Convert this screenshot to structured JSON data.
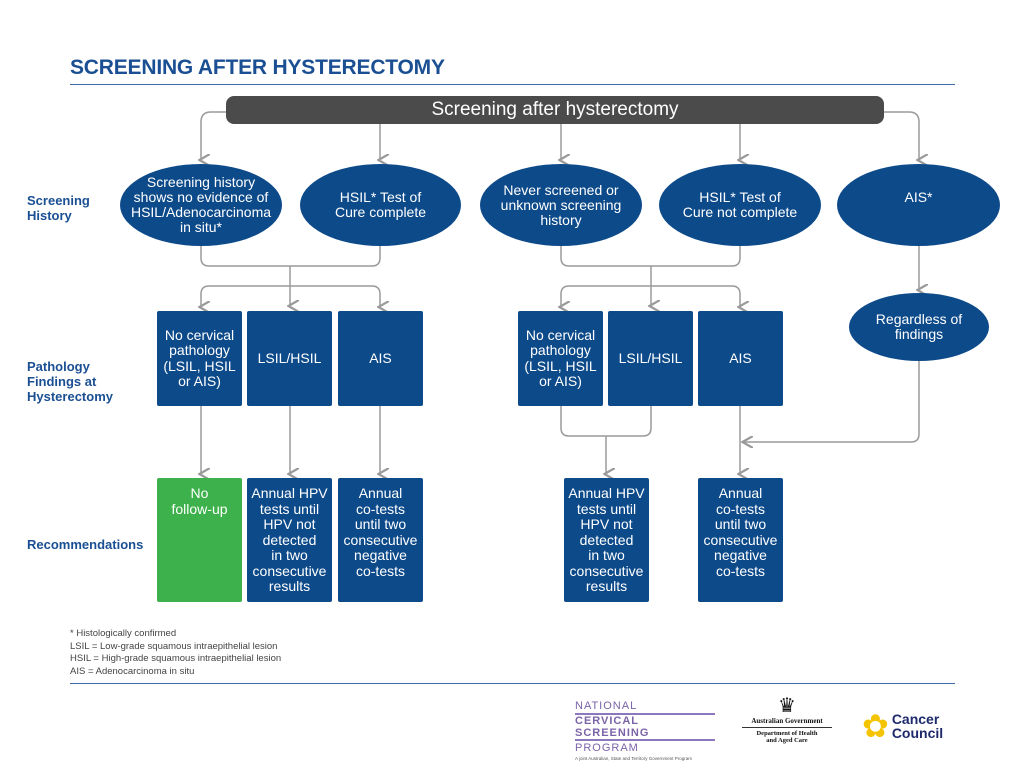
{
  "title": "SCREENING AFTER HYSTERECTOMY",
  "top_bar": "Screening after hysterectomy",
  "row_labels": {
    "history": "Screening\nHistory",
    "pathology": "Pathology\nFindings at\nHysterectomy",
    "recommendations": "Recommendations"
  },
  "history": [
    "Screening history\nshows no evidence of\nHSIL/Adenocarcinoma\nin situ*",
    "HSIL* Test of\nCure complete",
    "Never screened or\nunknown screening\nhistory",
    "HSIL* Test of\nCure not complete",
    "AIS*"
  ],
  "pathology_left": [
    "No cervical\npathology\n(LSIL, HSIL\nor AIS)",
    "LSIL/HSIL",
    "AIS"
  ],
  "pathology_right": [
    "No cervical\npathology\n(LSIL, HSIL\nor AIS)",
    "LSIL/HSIL",
    "AIS"
  ],
  "regardless": "Regardless of\nfindings",
  "recommendations": [
    "No\nfollow-up",
    "Annual HPV\ntests until\nHPV not\ndetected\nin two\nconsecutive\nresults",
    "Annual\nco-tests\nuntil two\nconsecutive\nnegative\nco-tests",
    "Annual HPV\ntests until\nHPV not\ndetected\nin two\nconsecutive\nresults",
    "Annual\nco-tests\nuntil two\nconsecutive\nnegative\nco-tests"
  ],
  "colors": {
    "navy": "#0d4a8a",
    "green": "#3db14b",
    "bar": "#4b4b4b",
    "title": "#1a4f93"
  },
  "footnotes": [
    "* Histologically confirmed",
    "LSIL = Low-grade squamous intraepithelial lesion",
    "HSIL = High-grade squamous intraepithelial lesion",
    "AIS = Adenocarcinoma in situ"
  ],
  "logos": {
    "ncsp": {
      "line1": "NATIONAL",
      "line2": "CERVICAL SCREENING",
      "line3": "PROGRAM",
      "tagline": "A joint Australian, State and Territory Government Program"
    },
    "gov": {
      "line1": "Australian Government",
      "line2": "Department of Health",
      "line3": "and Aged Care"
    },
    "cancer_council": {
      "line1": "Cancer",
      "line2": "Council"
    }
  }
}
